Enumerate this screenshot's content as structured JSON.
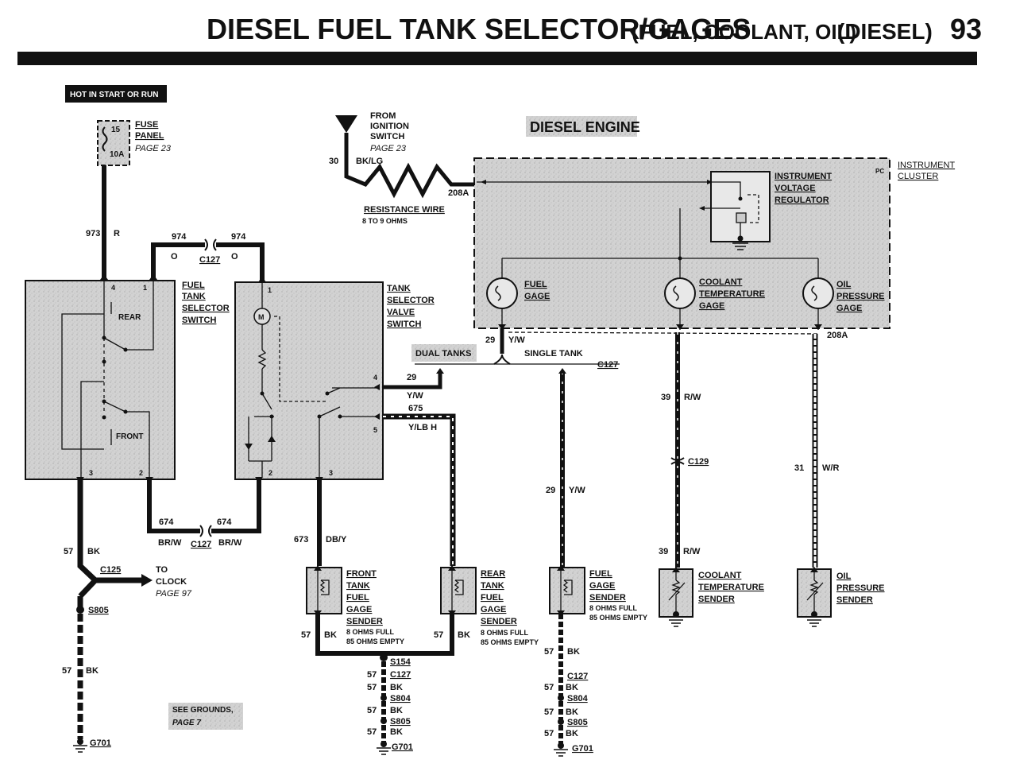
{
  "header": {
    "title_main": "DIESEL FUEL TANK SELECTOR/GAGES",
    "title_sub": "(FUEL, COOLANT, OIL)",
    "title_tail": "(DIESEL)",
    "page_number": "93"
  },
  "badges": {
    "hot": "HOT IN START OR RUN",
    "diesel_engine": "DIESEL ENGINE",
    "see_grounds_1": "SEE GROUNDS,",
    "see_grounds_2": "PAGE 7"
  },
  "fuse": {
    "label_1": "FUSE",
    "label_2": "PANEL",
    "ref": "PAGE 23",
    "rating_top": "15",
    "rating_bottom": "10A"
  },
  "ignition": {
    "label_1": "FROM",
    "label_2": "IGNITION",
    "label_3": "SWITCH",
    "ref": "PAGE 23",
    "circuit": "30",
    "wire": "BK/LG",
    "connector": "208A",
    "resistance_label": "RESISTANCE WIRE",
    "resistance_value": "8 TO 9 OHMS"
  },
  "cluster": {
    "pc": "PC",
    "label_1": "INSTRUMENT",
    "label_2": "CLUSTER",
    "ivr_1": "INSTRUMENT",
    "ivr_2": "VOLTAGE",
    "ivr_3": "REGULATOR",
    "fuel_gage_1": "FUEL",
    "fuel_gage_2": "GAGE",
    "coolant_gage_1": "COOLANT",
    "coolant_gage_2": "TEMPERATURE",
    "coolant_gage_3": "GAGE",
    "oil_gage_1": "OIL",
    "oil_gage_2": "PRESSURE",
    "oil_gage_3": "GAGE",
    "connector_bottom": "208A"
  },
  "selector_switch": {
    "label_1": "FUEL",
    "label_2": "TANK",
    "label_3": "SELECTOR",
    "label_4": "SWITCH",
    "rear": "REAR",
    "front": "FRONT",
    "pin4": "4",
    "pin1": "1",
    "pin3": "3",
    "pin2": "2"
  },
  "valve_switch": {
    "label_1": "TANK",
    "label_2": "SELECTOR",
    "label_3": "VALVE",
    "label_4": "SWITCH",
    "motor": "M",
    "pin1": "1",
    "pin4": "4",
    "pin5": "5",
    "pin2": "2",
    "pin3": "3"
  },
  "wires": {
    "w973": "973",
    "w973_color": "R",
    "w974a": "974",
    "w974b": "974",
    "w974_color_a": "O",
    "w974_color_b": "O",
    "c127_top": "C127",
    "w674a": "674",
    "w674b": "674",
    "w674_color_a": "BR/W",
    "w674_color_b": "BR/W",
    "c127_mid": "C127",
    "w29_fuel": "29",
    "w29_fuel_color": "Y/W",
    "dual_tanks": "DUAL TANKS",
    "single_tank": "SINGLE TANK",
    "c127_right": "C127",
    "w29_dual": "29",
    "w29_dual_color": "Y/W",
    "w675": "675",
    "w675_color": "Y/LB H",
    "w673": "673",
    "w673_color": "DB/Y",
    "w29_single": "29",
    "w29_single_color": "Y/W",
    "w39a": "39",
    "w39a_color": "R/W",
    "c129": "C129",
    "w39b": "39",
    "w39b_color": "R/W",
    "w31": "31",
    "w31_color": "W/R",
    "w57_left1": "57",
    "w57_left1_color": "BK",
    "c125": "C125",
    "to_clock_1": "TO",
    "to_clock_2": "CLOCK",
    "to_clock_ref": "PAGE 97",
    "s805_left": "S805",
    "w57_left2": "57",
    "w57_left2_color": "BK",
    "g701_left": "G701"
  },
  "senders": {
    "front_1": "FRONT",
    "front_2": "TANK",
    "front_3": "FUEL",
    "front_4": "GAGE",
    "front_5": "SENDER",
    "front_full": "8 OHMS FULL",
    "front_empty": "85 OHMS EMPTY",
    "rear_1": "REAR",
    "rear_2": "TANK",
    "rear_3": "FUEL",
    "rear_4": "GAGE",
    "rear_5": "SENDER",
    "rear_full": "8 OHMS FULL",
    "rear_empty": "85 OHMS EMPTY",
    "fuel_1": "FUEL",
    "fuel_2": "GAGE",
    "fuel_3": "SENDER",
    "fuel_full": "8 OHMS FULL",
    "fuel_empty": "85 OHMS EMPTY",
    "coolant_1": "COOLANT",
    "coolant_2": "TEMPERATURE",
    "coolant_3": "SENDER",
    "oil_1": "OIL",
    "oil_2": "PRESSURE",
    "oil_3": "SENDER"
  },
  "grounds_mid": {
    "w57a": "57",
    "w57a_color": "BK",
    "w57b": "57",
    "w57b_color": "BK",
    "s154": "S154",
    "w57c": "57",
    "c127": "C127",
    "w57d": "57",
    "w57d_color": "BK",
    "s804": "S804",
    "w57e": "57",
    "w57e_color": "BK",
    "s805": "S805",
    "w57f": "57",
    "w57f_color": "BK",
    "g701": "G701"
  },
  "grounds_right": {
    "w57a": "57",
    "w57a_color": "BK",
    "w57c": "57",
    "c127": "C127",
    "w57d": "57",
    "w57d_color": "BK",
    "s804": "S804",
    "w57e": "57",
    "w57e_color": "BK",
    "s805": "S805",
    "w57f": "57",
    "w57f_color": "BK",
    "g701": "G701"
  }
}
